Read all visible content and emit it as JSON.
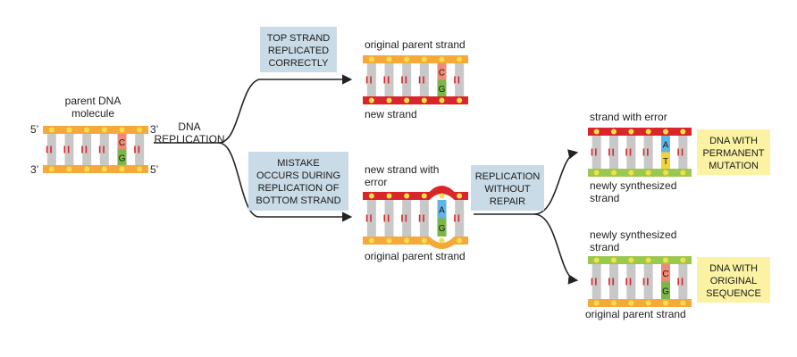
{
  "colors": {
    "orange": "#f5a93b",
    "red": "#d9262a",
    "green": "#9bc84f",
    "bead": "#f3df4a",
    "rung": "#c8c8c8",
    "stripe": "#d9262a",
    "gray_box": "#c9dbe6",
    "yellow_box": "#fbf3a3",
    "base_c": "#ef8a76",
    "base_g": "#7ab648",
    "base_a": "#62b4e3",
    "base_t": "#f1d43c",
    "arrow": "#222222"
  },
  "parent": {
    "label_line1": "parent DNA",
    "label_line2": "molecule",
    "end_5_top": "5’",
    "end_3_top": "3’",
    "end_3_bottom": "3’",
    "end_5_bottom": "5’",
    "base_top": "C",
    "base_bottom": "G"
  },
  "step": {
    "line1": "DNA",
    "line2": "REPLICATION"
  },
  "box_top": {
    "line1": "TOP STRAND",
    "line2": "REPLICATED",
    "line3": "CORRECTLY"
  },
  "box_mistake": {
    "line1": "MISTAKE",
    "line2": "OCCURS DURING",
    "line3": "REPLICATION OF",
    "line4": "BOTTOM STRAND"
  },
  "correct_copy": {
    "top_label": "original parent strand",
    "bottom_label": "new strand",
    "base_top": "C",
    "base_bottom": "G"
  },
  "error_copy": {
    "top_label_line1": "new strand with",
    "top_label_line2": "error",
    "bottom_label": "original parent strand",
    "base_top": "A",
    "base_bottom": "G"
  },
  "box_repl": {
    "line1": "REPLICATION",
    "line2": "WITHOUT",
    "line3": "REPAIR"
  },
  "mutant": {
    "top_label": "strand with error",
    "bottom_label_line1": "newly synthesized",
    "bottom_label_line2": "strand",
    "base_top": "A",
    "base_bottom": "T",
    "box_line1": "DNA WITH",
    "box_line2": "PERMANENT",
    "box_line3": "MUTATION"
  },
  "original": {
    "top_label_line1": "newly synthesized",
    "top_label_line2": "strand",
    "bottom_label": "original parent strand",
    "base_top": "C",
    "base_bottom": "G",
    "box_line1": "DNA WITH",
    "box_line2": "ORIGINAL",
    "box_line3": "SEQUENCE"
  }
}
